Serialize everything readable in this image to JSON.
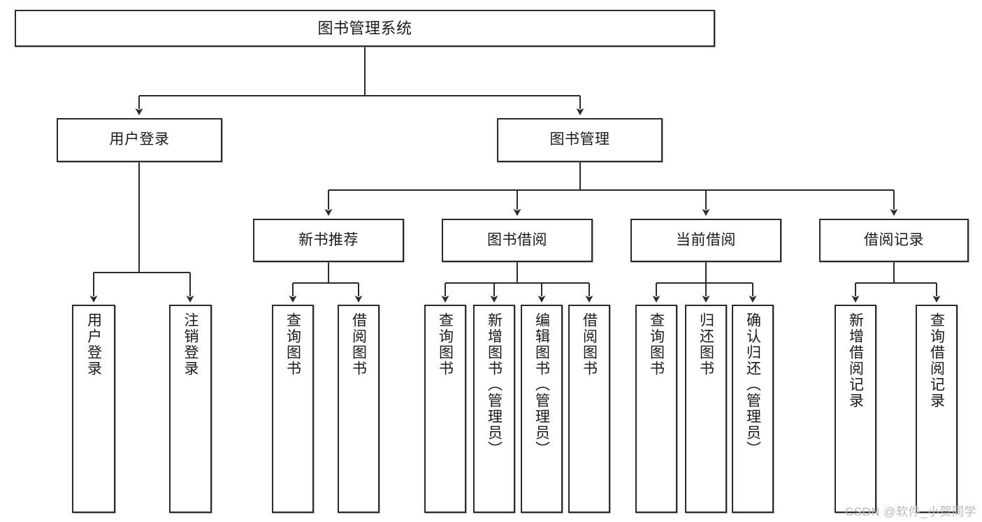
{
  "diagram": {
    "title": "图书管理系统",
    "type": "hierarchy-tree",
    "watermark": "CSDN @软件_小贺同学",
    "colors": {
      "box_border": "#2b2b2b",
      "box_fill": "#ffffff",
      "line": "#2b2b2b",
      "text": "#1a1a1a",
      "watermark": "#b9b9b9",
      "background": "#ffffff"
    },
    "nodes": {
      "root": {
        "label": "图书管理系统"
      },
      "level2": [
        {
          "label": "用户登录"
        },
        {
          "label": "图书管理"
        }
      ],
      "level3": [
        {
          "label": "新书推荐"
        },
        {
          "label": "图书借阅"
        },
        {
          "label": "当前借阅"
        },
        {
          "label": "借阅记录"
        }
      ],
      "leaves": [
        {
          "label": "用户登录",
          "parent": "用户登录"
        },
        {
          "label": "注销登录",
          "parent": "用户登录"
        },
        {
          "label": "查询图书",
          "parent": "新书推荐"
        },
        {
          "label": "借阅图书",
          "parent": "新书推荐"
        },
        {
          "label": "查询图书",
          "parent": "图书借阅"
        },
        {
          "label": "新增图书（管理员）",
          "parent": "图书借阅"
        },
        {
          "label": "编辑图书（管理员）",
          "parent": "图书借阅"
        },
        {
          "label": "借阅图书",
          "parent": "图书借阅"
        },
        {
          "label": "查询图书",
          "parent": "当前借阅"
        },
        {
          "label": "归还图书",
          "parent": "当前借阅"
        },
        {
          "label": "确认归还（管理员）",
          "parent": "当前借阅"
        },
        {
          "label": "新增借阅记录",
          "parent": "借阅记录"
        },
        {
          "label": "查询借阅记录",
          "parent": "借阅记录"
        }
      ]
    }
  }
}
